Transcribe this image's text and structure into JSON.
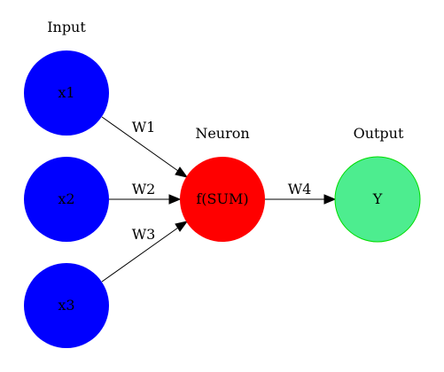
{
  "colors": {
    "input_fill": "#0000ff",
    "neuron_fill": "#ff0000",
    "output_fill": "#4ded8f",
    "output_stroke": "#00dd00"
  },
  "groups": {
    "input": "Input",
    "neuron": "Neuron",
    "output": "Output"
  },
  "nodes": {
    "x1": "x1",
    "x2": "x2",
    "x3": "x3",
    "neuron": "f(SUM)",
    "output": "Y"
  },
  "weights": {
    "w1": "W1",
    "w2": "W2",
    "w3": "W3",
    "w4": "W4"
  }
}
